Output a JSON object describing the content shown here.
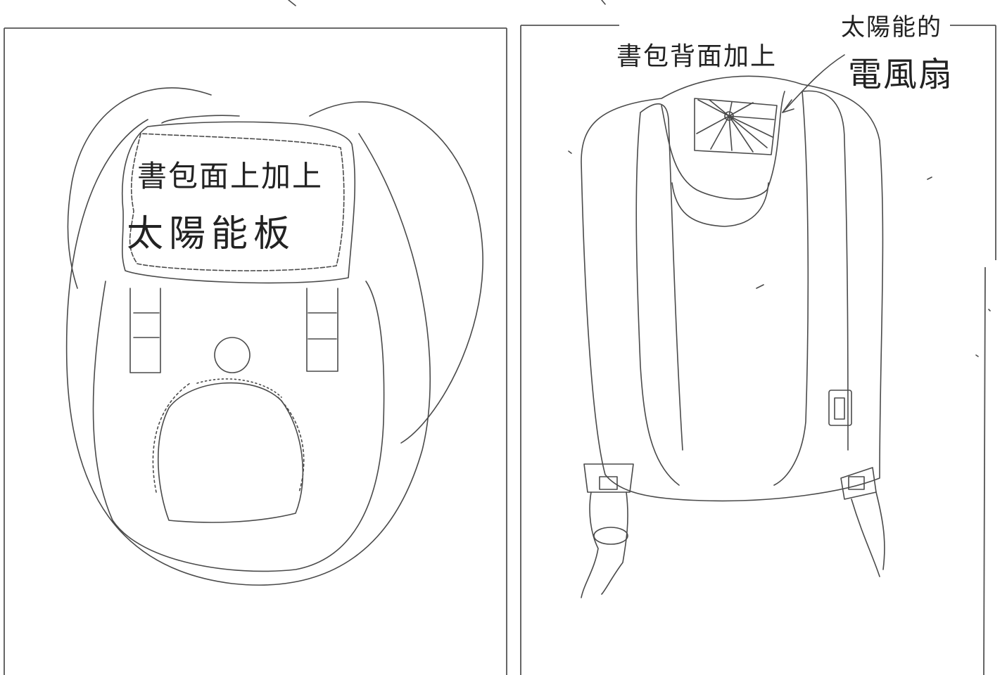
{
  "left_panel": {
    "line1": "書包面上加上",
    "line2": "太陽能板"
  },
  "right_panel": {
    "caption": "書包背面加上",
    "line_small": "太陽能的",
    "line_big": "電風扇"
  }
}
